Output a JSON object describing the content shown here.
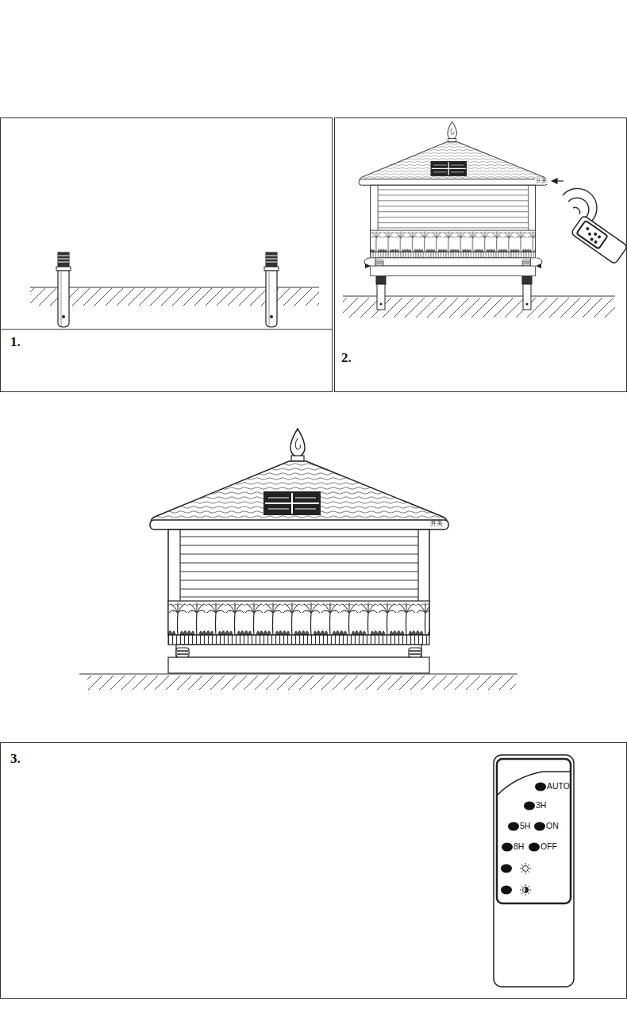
{
  "diagram": {
    "nodes": [
      {
        "text": [
          "1."
        ]
      },
      {
        "text": [
          "2."
        ]
      },
      {
        "text": [
          "3."
        ]
      },
      {
        "text": [
          "AUTO",
          "3H",
          "5H",
          "ON",
          "8H",
          "OFF"
        ],
        "in": 2
      }
    ],
    "labels": [
      "开关",
      "开关"
    ]
  }
}
